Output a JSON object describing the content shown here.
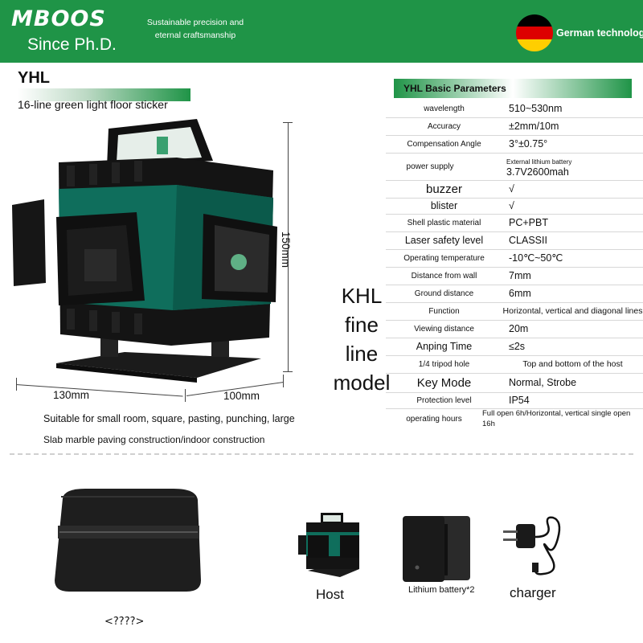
{
  "header": {
    "brand": "MBOOS",
    "since": "Since Ph.D.",
    "tagline": "Sustainable precision and eternal craftsmanship",
    "origin": "German technology",
    "flag_colors": [
      "#000000",
      "#dd0000",
      "#ffce00"
    ],
    "bg_color": "#1f9447"
  },
  "product": {
    "model": "YHL",
    "subtitle": "16-line green light floor sticker",
    "dims": {
      "height": "150mm",
      "width": "130mm",
      "depth": "100mm"
    },
    "desc_line1": "Suitable for small room, square, pasting, punching, large",
    "desc_line2": "Slab marble paving construction/indoor construction",
    "khl_lines": [
      "KHL",
      "fine",
      "line",
      "model"
    ]
  },
  "params": {
    "title": "YHL Basic Parameters",
    "rows": [
      {
        "name": "wavelength",
        "value": "510~530nm"
      },
      {
        "name": "Accuracy",
        "value": "±2mm/10m"
      },
      {
        "name": "Compensation Angle",
        "value": "3°±0.75°"
      },
      {
        "name": "power supply",
        "value": "3.7V2600mah",
        "note": "External lithium battery"
      },
      {
        "name": "buzzer",
        "value": "√"
      },
      {
        "name": "blister",
        "value": "√"
      },
      {
        "name": "Shell plastic material",
        "value": "PC+PBT"
      },
      {
        "name": "Laser safety level",
        "value": "CLASSII"
      },
      {
        "name": "Operating temperature",
        "value": "-10℃~50℃"
      },
      {
        "name": "Distance from wall",
        "value": "7mm"
      },
      {
        "name": "Ground distance",
        "value": "6mm"
      },
      {
        "name": "Function",
        "value": "Horizontal, vertical and diagonal lines"
      },
      {
        "name": "Viewing distance",
        "value": "20m"
      },
      {
        "name": "Anping Time",
        "value": "≤2s"
      },
      {
        "name": "1/4 tripod hole",
        "value": "Top and bottom of the host"
      },
      {
        "name": "Key Mode",
        "value": "Normal, Strobe"
      },
      {
        "name": "Protection level",
        "value": "IP54"
      },
      {
        "name": "operating hours",
        "value": "Full open 6h/Horizontal, vertical single open 16h"
      }
    ]
  },
  "accessories": {
    "host": "Host",
    "battery": "Lithium battery*2",
    "charger": "charger",
    "package": "<????>"
  }
}
